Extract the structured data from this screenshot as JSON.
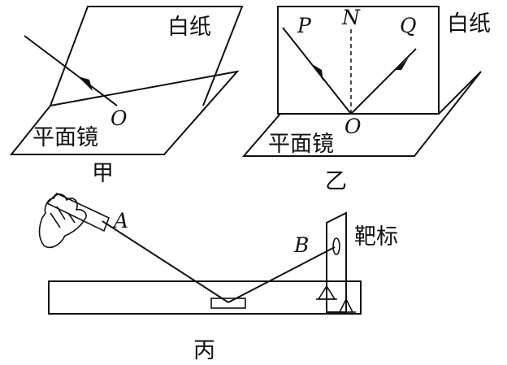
{
  "labels": {
    "white_paper": "白纸",
    "plane_mirror": "平面镜",
    "point_o": "O",
    "point_p": "P",
    "point_n": "N",
    "point_q": "Q",
    "point_a": "A",
    "point_b": "B",
    "target": "靶标"
  },
  "captions": {
    "jia": "甲",
    "yi": "乙",
    "bing": "丙"
  }
}
